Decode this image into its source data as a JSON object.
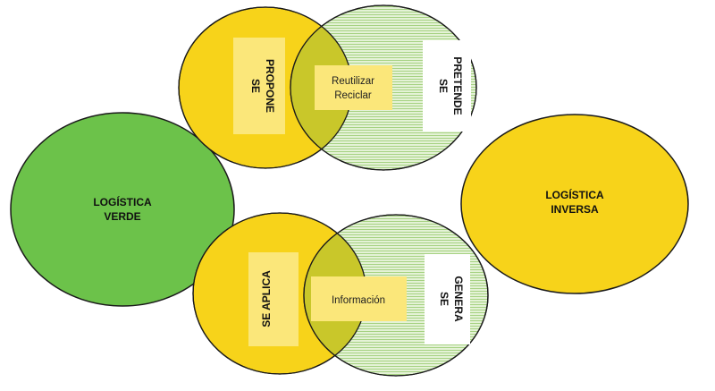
{
  "diagram": {
    "left_circle": {
      "line1": "LOGÍSTICA",
      "line2": "VERDE",
      "color": "#6cc24a"
    },
    "right_circle": {
      "line1": "LOGÍSTICA",
      "line2": "INVERSA",
      "color": "#f7d31a"
    },
    "top_venn": {
      "left_label_line1": "SE",
      "left_label_line2": "PROPONE",
      "center_line1": "Reutilizar",
      "center_line2": "Reciclar",
      "right_label_line1": "SE",
      "right_label_line2": "PRETENDE"
    },
    "bottom_venn": {
      "left_label_line1": "SE APLICA",
      "center": "Información",
      "right_label_line1": "SE",
      "right_label_line2": "GENERA"
    },
    "colors": {
      "yellow": "#f7d31a",
      "green": "#6cc24a",
      "light_green": "#cfe8b4",
      "overlap": "#c9c72a",
      "label_yellow": "#fbe77a",
      "outline": "#1a1a1a"
    }
  }
}
